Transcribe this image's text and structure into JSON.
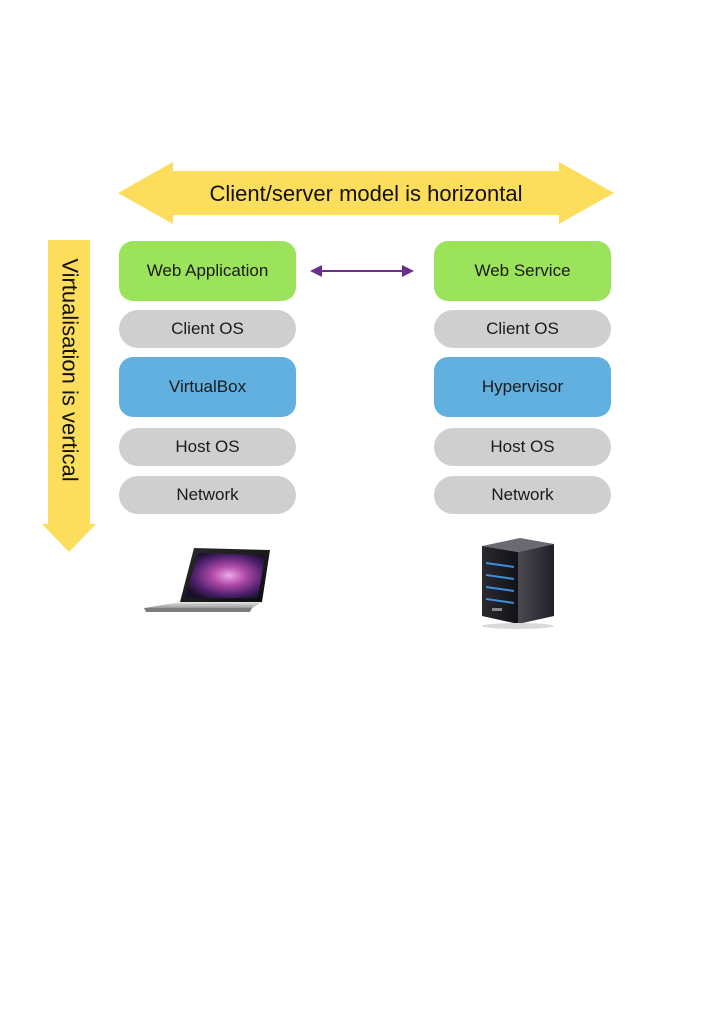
{
  "horizontal_arrow": {
    "label": "Client/server model is horizontal",
    "color": "#fcdd5c"
  },
  "vertical_arrow": {
    "label": "Virtualisation is vertical",
    "color": "#fcdd5c"
  },
  "client_stack": {
    "layers": [
      {
        "label": "Web Application",
        "color": "#9be35a"
      },
      {
        "label": "Client OS",
        "color": "#cfcfcf"
      },
      {
        "label": "VirtualBox",
        "color": "#62b0e0"
      },
      {
        "label": "Host OS",
        "color": "#cfcfcf"
      },
      {
        "label": "Network",
        "color": "#cfcfcf"
      }
    ],
    "device_icon": "laptop-icon"
  },
  "server_stack": {
    "layers": [
      {
        "label": "Web Service",
        "color": "#9be35a"
      },
      {
        "label": "Client OS",
        "color": "#cfcfcf"
      },
      {
        "label": "Hypervisor",
        "color": "#62b0e0"
      },
      {
        "label": "Host OS",
        "color": "#cfcfcf"
      },
      {
        "label": "Network",
        "color": "#cfcfcf"
      }
    ],
    "device_icon": "server-tower-icon"
  },
  "connector": {
    "icon": "double-headed-arrow-icon",
    "color": "#6a2f8c"
  }
}
